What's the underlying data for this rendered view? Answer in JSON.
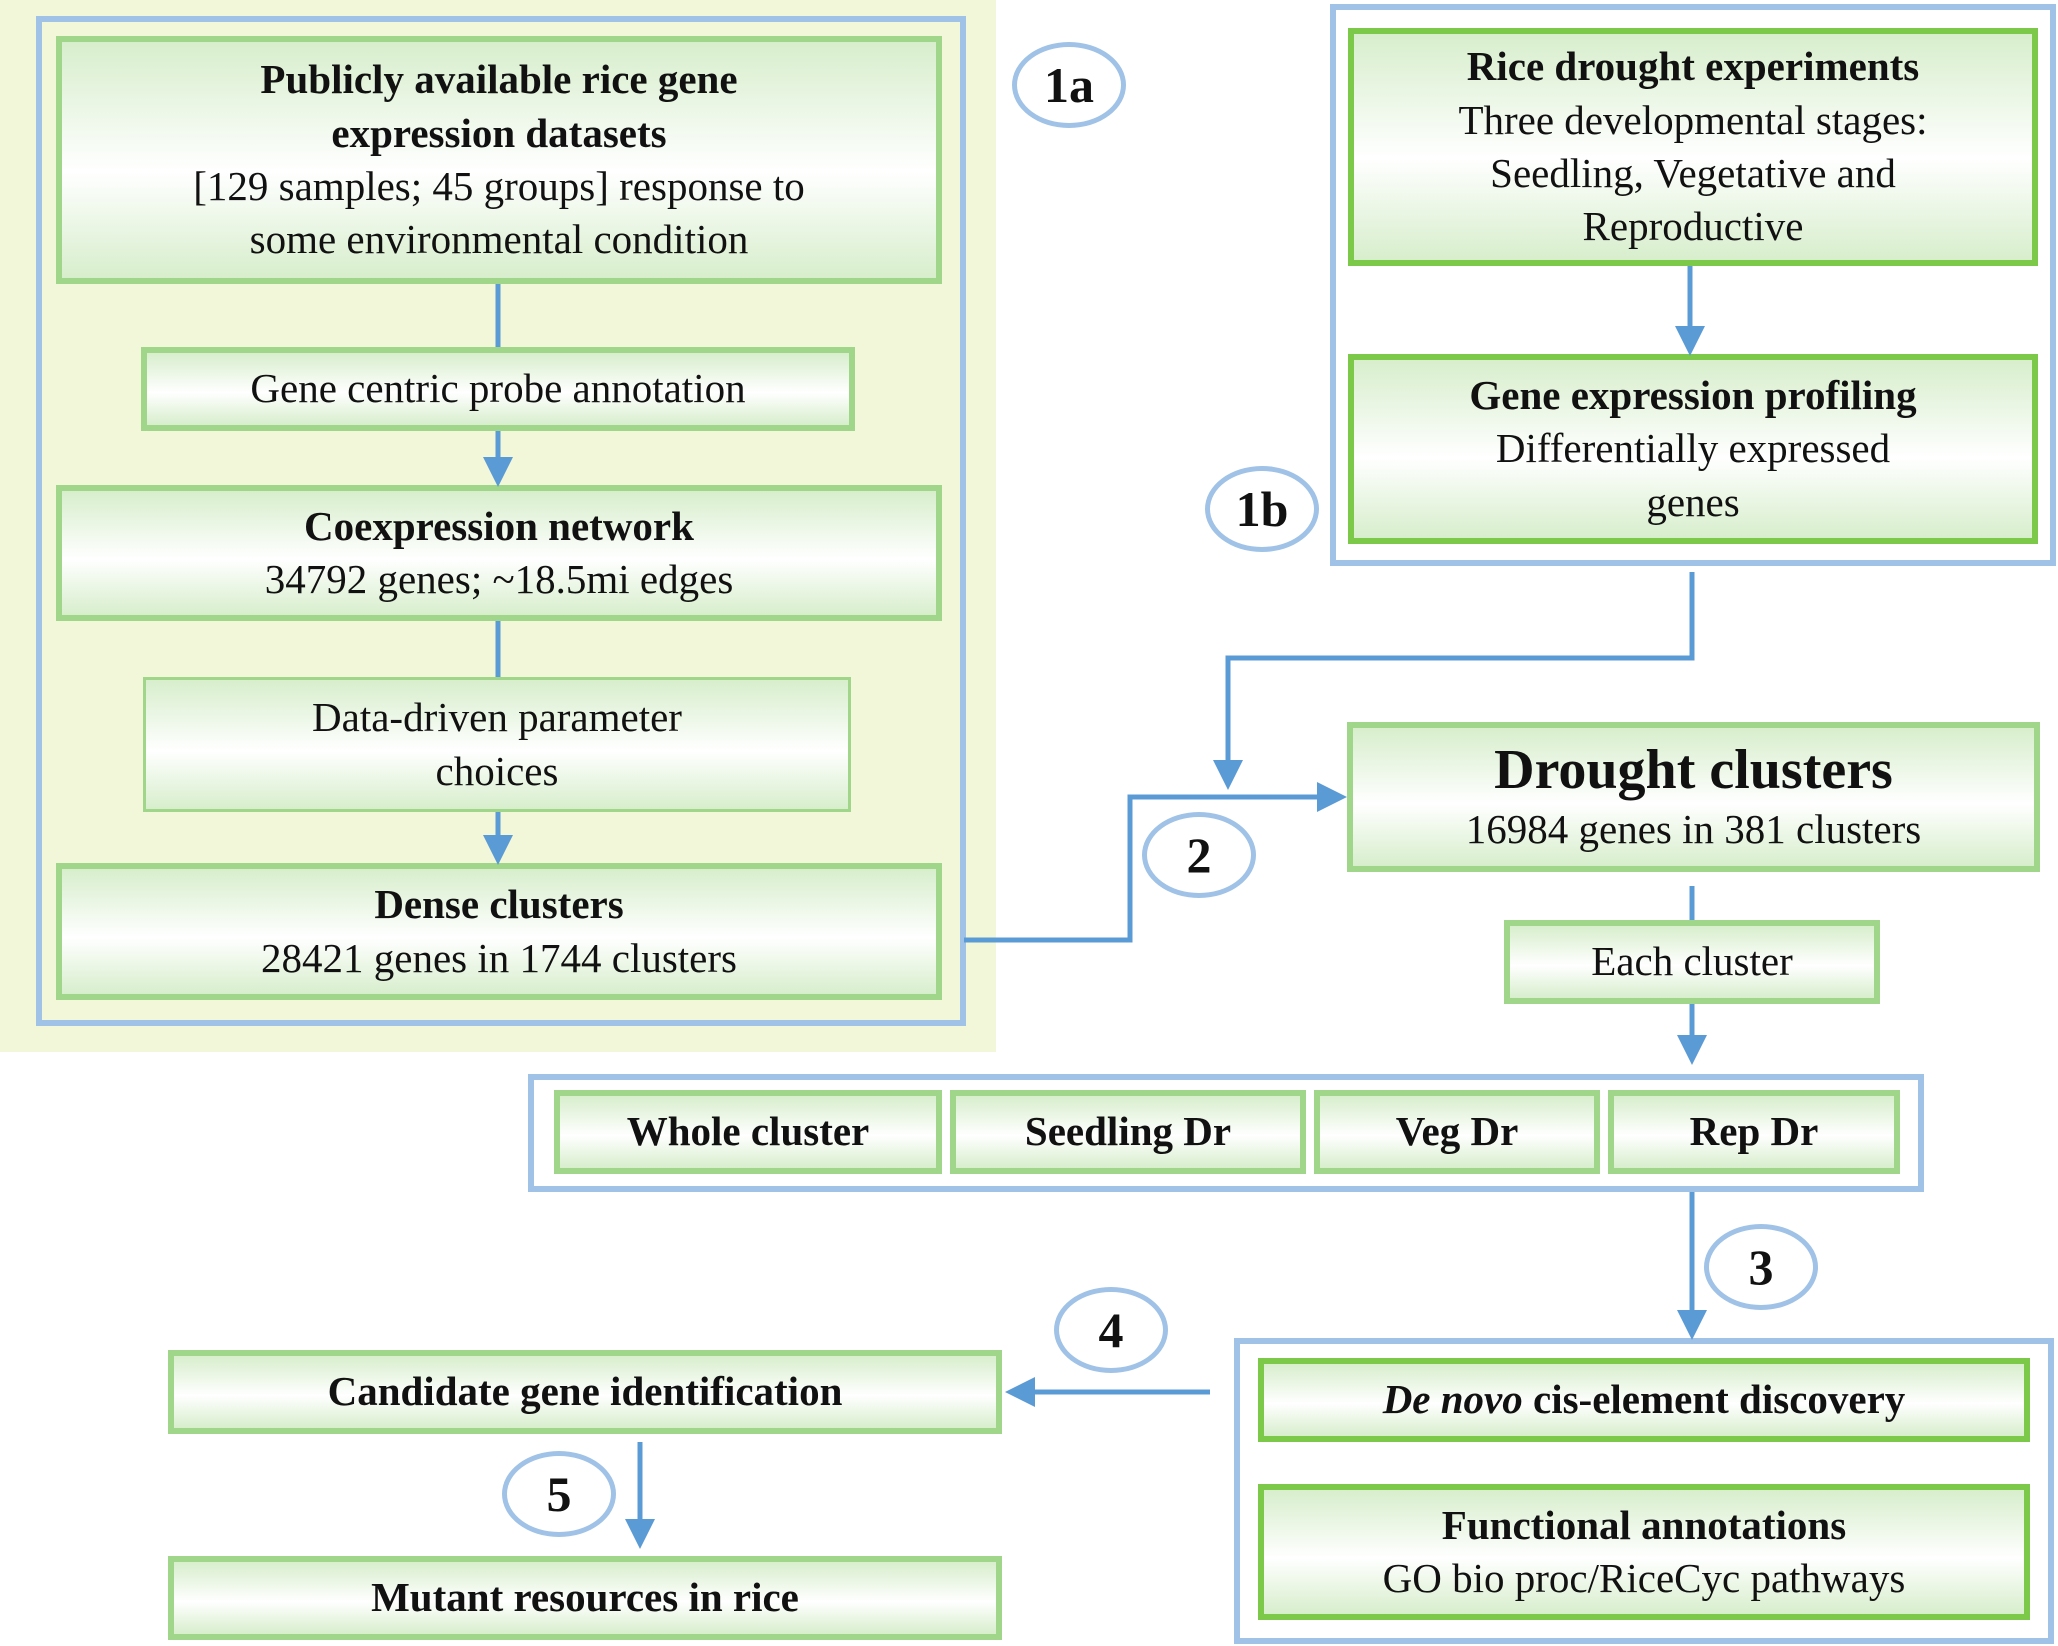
{
  "panel_1a": {
    "label": "1a",
    "datasets": {
      "title_line1": "Publicly available rice gene",
      "title_line2": "expression datasets",
      "line3": "[129 samples; 45 groups] response to",
      "line4": "some environmental condition"
    },
    "annotation": "Gene centric probe annotation",
    "coexpression": {
      "title": "Coexpression network",
      "detail": "34792 genes; ~18.5mi edges"
    },
    "parameters": {
      "line1": "Data-driven parameter",
      "line2": "choices"
    },
    "dense": {
      "title": "Dense clusters",
      "detail": "28421 genes in 1744 clusters"
    }
  },
  "panel_1b": {
    "label": "1b",
    "experiments": {
      "title": "Rice drought experiments",
      "line2": "Three developmental stages:",
      "line3": "Seedling, Vegetative and",
      "line4": "Reproductive"
    },
    "profiling": {
      "title": "Gene expression profiling",
      "line2": "Differentially expressed",
      "line3": "genes"
    }
  },
  "step2": {
    "label": "2",
    "drought": {
      "title": "Drought clusters",
      "detail": "16984 genes in 381 clusters"
    },
    "each": "Each cluster"
  },
  "subsets": [
    "Whole cluster",
    "Seedling Dr",
    "Veg Dr",
    "Rep Dr"
  ],
  "step3": {
    "label": "3",
    "discovery": {
      "italic": "De novo",
      "rest": " cis-element discovery"
    },
    "functional": {
      "title": "Functional annotations",
      "detail": "GO bio proc/RiceCyc pathways"
    }
  },
  "step4": {
    "label": "4",
    "candidate": "Candidate gene identification"
  },
  "step5": {
    "label": "5",
    "mutant": "Mutant resources in rice"
  },
  "colors": {
    "frame": "#9fc2e6",
    "box_border": "#9fd68a",
    "arrow": "#5b9bd5",
    "panel_bg": "#f2f7da"
  }
}
